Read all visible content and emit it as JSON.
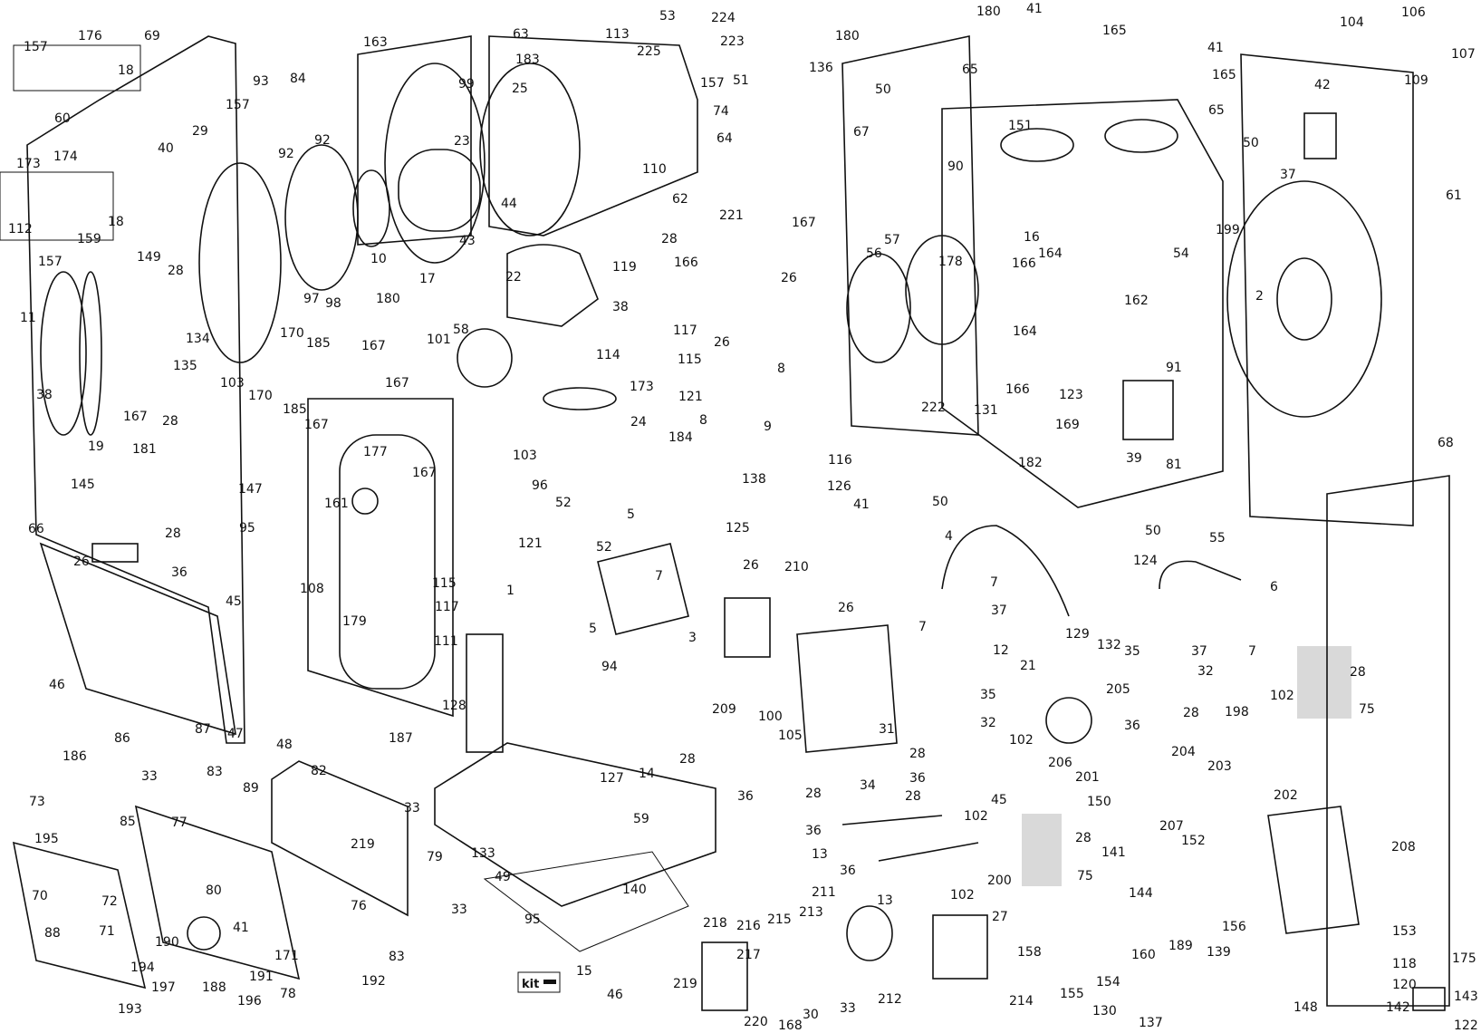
{
  "diagram": {
    "kit_label": "kit",
    "labels": [
      "157",
      "176",
      "69",
      "18",
      "60",
      "93",
      "84",
      "157",
      "92",
      "92",
      "40",
      "29",
      "173",
      "174",
      "112",
      "159",
      "18",
      "157",
      "149",
      "28",
      "11",
      "134",
      "135",
      "38",
      "103",
      "170",
      "170",
      "185",
      "185",
      "180",
      "167",
      "167",
      "167",
      "19",
      "167",
      "28",
      "181",
      "145",
      "147",
      "95",
      "28",
      "66",
      "26",
      "36",
      "45",
      "108",
      "46",
      "47",
      "48",
      "86",
      "87",
      "186",
      "33",
      "73",
      "83",
      "89",
      "77",
      "85",
      "195",
      "70",
      "72",
      "80",
      "71",
      "88",
      "190",
      "41",
      "171",
      "194",
      "197",
      "188",
      "191",
      "78",
      "193",
      "196",
      "163",
      "99",
      "23",
      "10",
      "17",
      "98",
      "97",
      "44",
      "43",
      "63",
      "183",
      "25",
      "113",
      "225",
      "53",
      "224",
      "223",
      "157",
      "51",
      "74",
      "64",
      "67",
      "62",
      "221",
      "167",
      "110",
      "22",
      "28",
      "119",
      "166",
      "38",
      "117",
      "26",
      "26",
      "115",
      "8",
      "8",
      "121",
      "101",
      "58",
      "114",
      "173",
      "24",
      "103",
      "96",
      "52",
      "5",
      "184",
      "9",
      "138",
      "125",
      "116",
      "41",
      "126",
      "177",
      "167",
      "161",
      "121",
      "52",
      "7",
      "26",
      "210",
      "1",
      "5",
      "3",
      "115",
      "117",
      "111",
      "179",
      "94",
      "128",
      "209",
      "100",
      "187",
      "82",
      "33",
      "79",
      "219",
      "76",
      "33",
      "83",
      "192",
      "133",
      "49",
      "95",
      "140",
      "59",
      "127",
      "15",
      "46",
      "14",
      "28",
      "36",
      "105",
      "28",
      "34",
      "28",
      "36",
      "13",
      "36",
      "13",
      "102",
      "102",
      "200",
      "28",
      "75",
      "211",
      "213",
      "215",
      "216",
      "218",
      "217",
      "219",
      "220",
      "168",
      "30",
      "33",
      "212",
      "214",
      "27",
      "158",
      "155",
      "154",
      "130",
      "137",
      "160",
      "144",
      "189",
      "156",
      "139",
      "148",
      "153",
      "175",
      "118",
      "120",
      "143",
      "142",
      "122",
      "208",
      "152",
      "141",
      "202",
      "203",
      "204",
      "207",
      "150",
      "201",
      "206",
      "205",
      "102",
      "45",
      "36",
      "28",
      "32",
      "35",
      "31",
      "21",
      "12",
      "129",
      "132",
      "37",
      "7",
      "7",
      "4",
      "26",
      "35",
      "32",
      "28",
      "36",
      "198",
      "102",
      "37",
      "7",
      "6",
      "28",
      "75",
      "124",
      "50",
      "55",
      "68",
      "50",
      "182",
      "169",
      "39",
      "81",
      "91",
      "123",
      "131",
      "222",
      "166",
      "164",
      "162",
      "164",
      "166",
      "178",
      "56",
      "57",
      "16",
      "90",
      "151",
      "180",
      "41",
      "165",
      "65",
      "180",
      "136",
      "50",
      "41",
      "165",
      "65",
      "50",
      "199",
      "54",
      "104",
      "106",
      "107",
      "109",
      "42",
      "37",
      "61",
      "2"
    ]
  }
}
